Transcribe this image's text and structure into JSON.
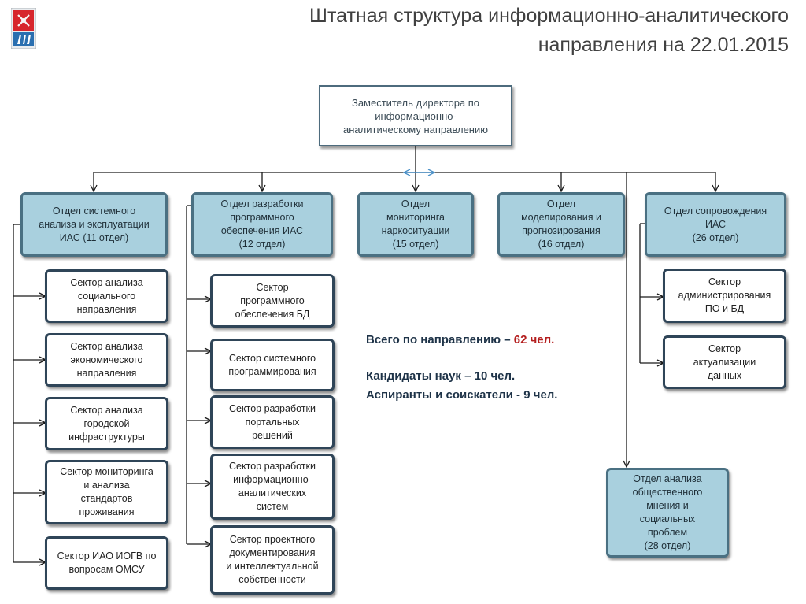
{
  "title": {
    "line1": "Штатная структура информационно-аналитического",
    "line2": "направления на 22.01.2015"
  },
  "logo": {
    "icon": "spb-crest-icon",
    "primary_color": "#d7262d"
  },
  "head": "Заместитель директора по\nинформационно-\nаналитическому направлению",
  "departments": {
    "d11": "Отдел системного\nанализа и эксплуатации\nИАС (11 отдел)",
    "d12": "Отдел разработки\nпрограммного\nобеспечения ИАС\n(12 отдел)",
    "d15": "Отдел\nмониторинга\nнаркоситуации\n(15 отдел)",
    "d16": "Отдел\nмоделирования и\nпрогнозирования\n(16 отдел)",
    "d26": "Отдел сопровождения\nИАС\n(26 отдел)",
    "d28": "Отдел анализа\nобщественного\nмнения и\nсоциальных\nпроблем\n(28 отдел)"
  },
  "sectors_d11": [
    "Сектор анализа\nсоциального\nнаправления",
    "Сектор анализа\nэкономического\nнаправления",
    "Сектор анализа\nгородской\nинфраструктуры",
    "Сектор мониторинга\nи анализа\nстандартов\nпроживания",
    "Сектор ИАО ИОГВ по\nвопросам ОМСУ"
  ],
  "sectors_d12": [
    "Сектор\nпрограммного\nобеспечения БД",
    "Сектор системного\nпрограммирования",
    "Сектор разработки\nпортальных\nрешений",
    "Сектор разработки\nинформационно-\nаналитических\nсистем",
    "Сектор проектного\nдокументирования\nи интеллектуальной\nсобственности"
  ],
  "sectors_d26": [
    "Сектор\nадминистрирования\nПО и БД",
    "Сектор\nактуализации\nданных"
  ],
  "stats": {
    "total_label": "Всего по направлению – ",
    "total_value": "62 чел.",
    "candidates": "Кандидаты наук – 10 чел.",
    "aspirants": "Аспиранты и соискатели -  9 чел."
  },
  "colors": {
    "department_fill": "#a9d0de",
    "department_border": "#4a7082",
    "sector_border": "#2f4558",
    "connector": "#1a1a1a",
    "highlight_arrow": "#4a90c8",
    "total_value": "#b41e1e"
  }
}
